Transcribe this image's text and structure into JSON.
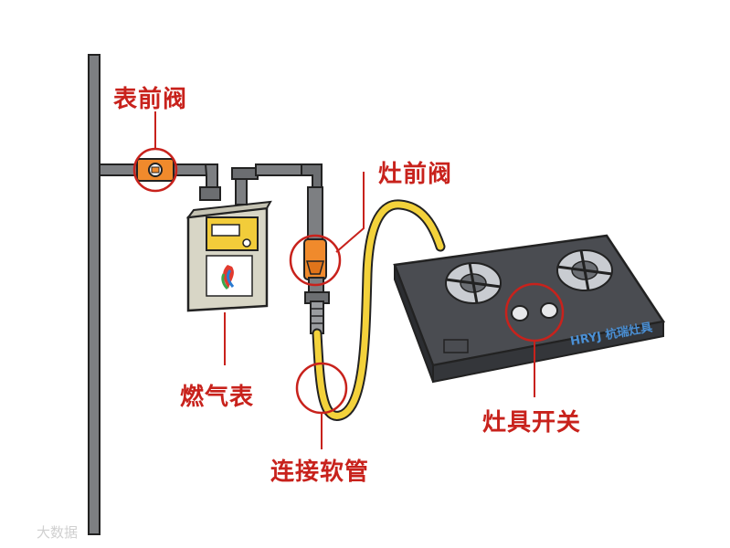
{
  "labels": {
    "meter_valve": "表前阀",
    "stove_valve": "灶前阀",
    "gas_meter": "燃气表",
    "hose": "连接软管",
    "stove_switch": "灶具开关"
  },
  "stove_brand": "HRYJ 杭瑞灶具",
  "watermark": "大数据",
  "colors": {
    "callout_red": "#c8221c",
    "pipe_gray": "#7d7f82",
    "pipe_outline": "#222222",
    "hose_yellow": "#f3d23b",
    "valve_orange": "#f08a2c",
    "meter_body": "#d8d6c6",
    "meter_panel": "#f2cc3a",
    "stove_top": "#4a4c51",
    "stove_side": "#34363a",
    "burner_silver": "#c9ccd1",
    "brand_blue": "#4a8fd4"
  },
  "icons": [
    "valve-icon",
    "gas-meter-icon",
    "burner-icon",
    "knob-icon",
    "flame-logo-icon"
  ]
}
